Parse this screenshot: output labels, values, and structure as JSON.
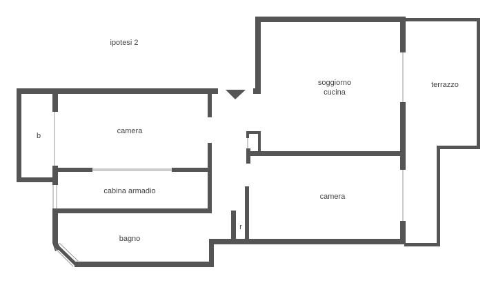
{
  "title": "ipotesi 2",
  "colors": {
    "wall": "#555555",
    "thin": "#9a9a9a",
    "text": "#444444",
    "bg": "#ffffff"
  },
  "rooms": {
    "soggiorno": {
      "line1": "soggiorno",
      "line2": "cucina"
    },
    "terrazzo": "terrazzo",
    "balcone": "b",
    "camera_1": "camera",
    "camera_2": "camera",
    "cabina": "cabina armadio",
    "bagno": "bagno",
    "ripostiglio": "r"
  },
  "icons": {
    "entrance": "entrance-arrow-icon"
  }
}
